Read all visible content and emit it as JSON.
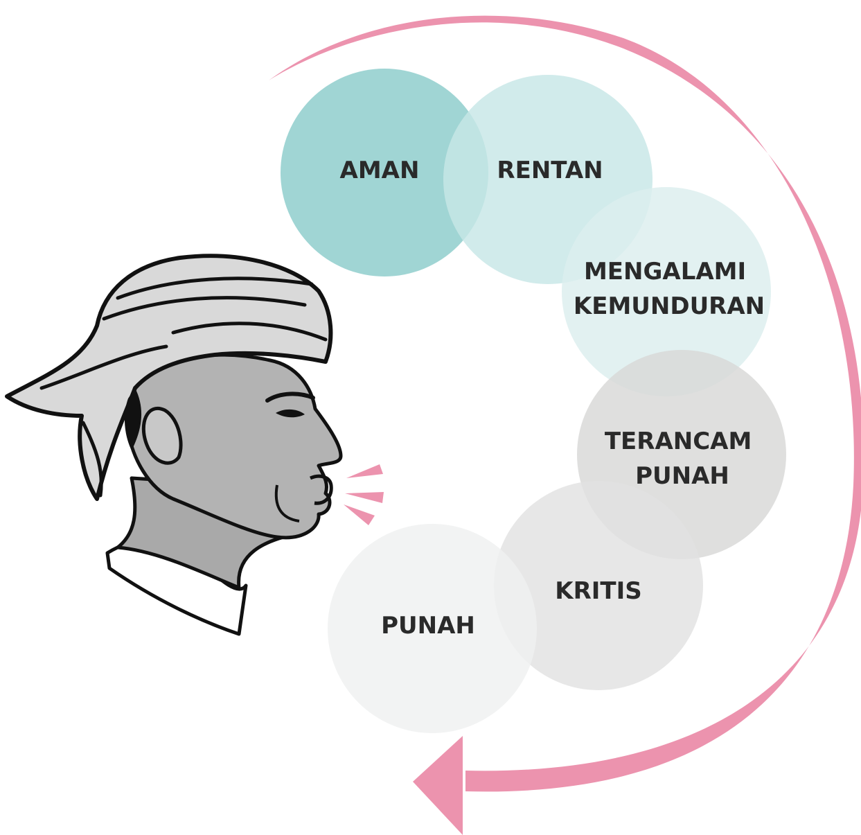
{
  "diagram": {
    "stages": [
      {
        "id": "aman",
        "lines": [
          "AMAN"
        ],
        "color": "#a0d5d4"
      },
      {
        "id": "rentan",
        "lines": [
          "RENTAN"
        ],
        "color": "#c7e6e6"
      },
      {
        "id": "mengalami-kemunduran",
        "lines": [
          "MENGALAMI",
          "KEMUNDURAN"
        ],
        "color": "#dceeee"
      },
      {
        "id": "terancam-punah",
        "lines": [
          "TERANCAM",
          "PUNAH"
        ],
        "color": "#d8d8d7"
      },
      {
        "id": "kritis",
        "lines": [
          "KRITIS"
        ],
        "color": "#e2e2e2"
      },
      {
        "id": "punah",
        "lines": [
          "PUNAH"
        ],
        "color": "#eff0f0"
      }
    ],
    "arrow_color": "#ec93ae",
    "speech_lines_color": "#ec93ae",
    "illustration": "man-in-headcloth-speaking"
  }
}
